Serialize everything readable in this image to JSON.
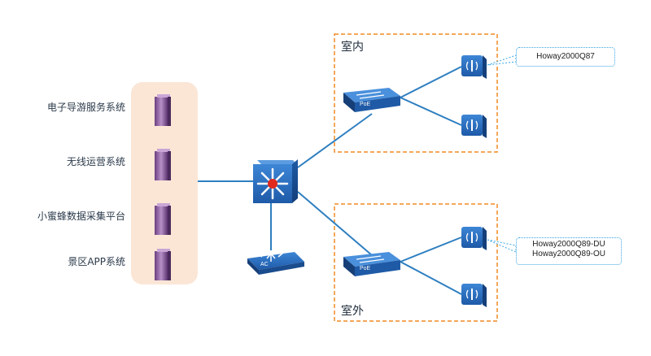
{
  "servers": [
    {
      "label": "电子导游服务系统"
    },
    {
      "label": "无线运营系统"
    },
    {
      "label": "小蜜蜂数据采集平台"
    },
    {
      "label": "景区APP系统"
    }
  ],
  "zones": {
    "indoor": {
      "title": "室内"
    },
    "outdoor": {
      "title": "室外"
    }
  },
  "switch_labels": {
    "indoor": "PoE",
    "outdoor": "PoE"
  },
  "ac_label": "AC",
  "callouts": {
    "top": [
      "Howay2000Q87"
    ],
    "bottom": [
      "Howay2000Q89-DU",
      "Howay2000Q89-OU"
    ]
  },
  "colors": {
    "server_panel": "#fbe6d6",
    "zone_border": "#f08a24",
    "link": "#2e7fc0",
    "device_blue": "#2a6fc4",
    "callout_border": "#3aa6e6",
    "server_purple": "#8a5a9a"
  }
}
